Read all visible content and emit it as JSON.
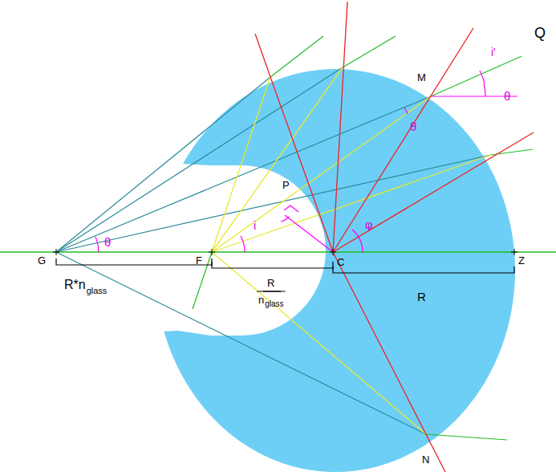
{
  "diagram": {
    "labels": [
      "Q",
      "M",
      "i'",
      "θ",
      "θ",
      "P",
      "θ",
      "i",
      "φ",
      "G",
      "F",
      "C",
      "Z",
      "R*n",
      "glass",
      "R",
      "n",
      "glass",
      "R",
      "N"
    ]
  }
}
